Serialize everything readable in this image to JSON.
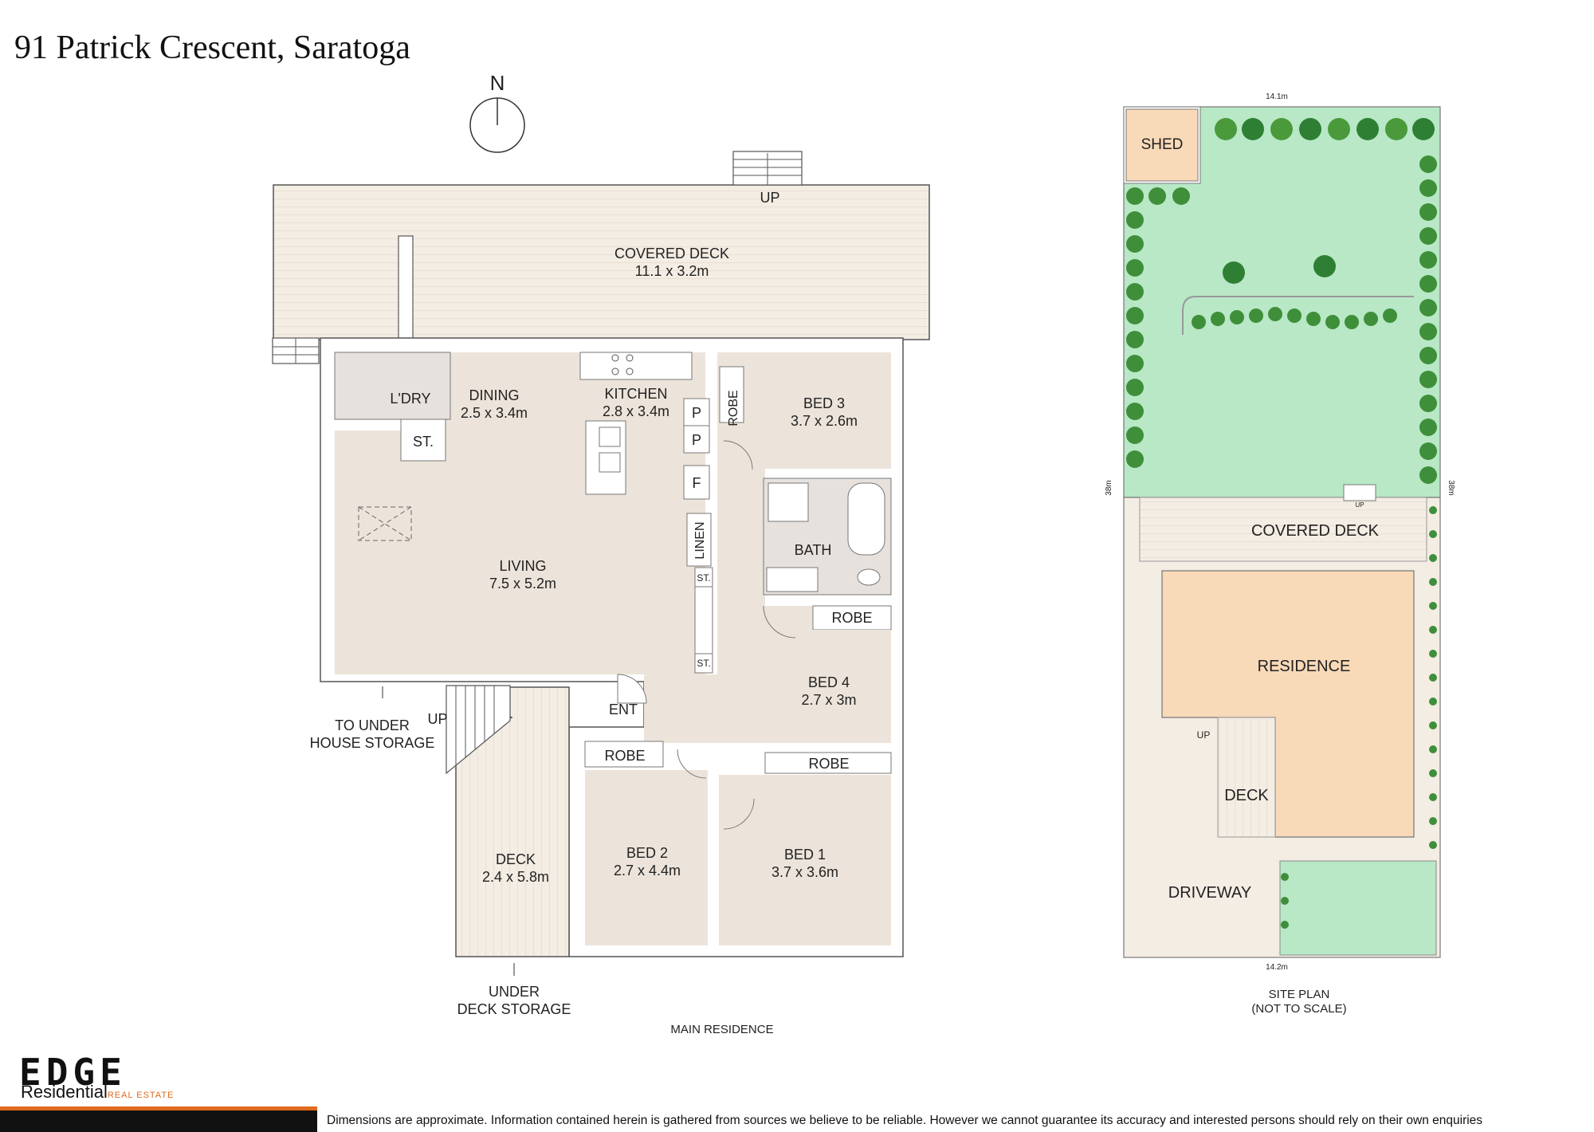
{
  "title": "91 Patrick Crescent, Saratoga",
  "compass_label": "N",
  "main_plan": {
    "caption": "MAIN RESIDENCE",
    "rooms": {
      "covered_deck": {
        "name": "COVERED DECK",
        "size": "11.1 x 3.2m"
      },
      "dining": {
        "name": "DINING",
        "size": "2.5 x 3.4m"
      },
      "kitchen": {
        "name": "KITCHEN",
        "size": "2.8 x 3.4m"
      },
      "laundry": {
        "name": "L'DRY"
      },
      "storage": {
        "name": "ST."
      },
      "living": {
        "name": "LIVING",
        "size": "7.5 x 5.2m"
      },
      "bed3": {
        "name": "BED 3",
        "size": "3.7 x 2.6m"
      },
      "bath": {
        "name": "BATH"
      },
      "bed4": {
        "name": "BED 4",
        "size": "2.7 x 3m"
      },
      "bed2": {
        "name": "BED 2",
        "size": "2.7 x 4.4m"
      },
      "bed1": {
        "name": "BED 1",
        "size": "3.7 x 3.6m"
      },
      "deck": {
        "name": "DECK",
        "size": "2.4 x 5.8m"
      }
    },
    "labels": {
      "up_top": "UP",
      "up_left": "UP",
      "robe": "ROBE",
      "pantry": "P",
      "fridge": "F",
      "linen": "LINEN",
      "st_small": "ST.",
      "entry": "ENT",
      "to_under_house_1": "TO UNDER",
      "to_under_house_2": "HOUSE STORAGE",
      "under_deck_1": "UNDER",
      "under_deck_2": "DECK STORAGE"
    }
  },
  "site_plan": {
    "caption_1": "SITE PLAN",
    "caption_2": "(NOT TO SCALE)",
    "width_top": "14.1m",
    "width_bottom": "14.2m",
    "depth": "38m",
    "shed": "SHED",
    "covered_deck": "COVERED DECK",
    "residence": "RESIDENCE",
    "deck": "DECK",
    "up": "UP",
    "up_small": "UP",
    "driveway": "DRIVEWAY"
  },
  "footer": {
    "logo_main": "EDGE",
    "logo_sub": "Residential",
    "logo_sub2": "REAL ESTATE",
    "disclaimer": "Dimensions are approximate. Information contained herein is gathered from sources we believe to be reliable. However we cannot guarantee its accuracy and interested persons should rely on their own enquiries"
  },
  "colors": {
    "floor": "#ece4da",
    "deck": "#f4ede4",
    "lawn": "#b8e8c6",
    "residence": "#f8d9b8",
    "shed": "#f8d9b8",
    "wall": "#ffffff",
    "accent": "#e06a1f"
  }
}
